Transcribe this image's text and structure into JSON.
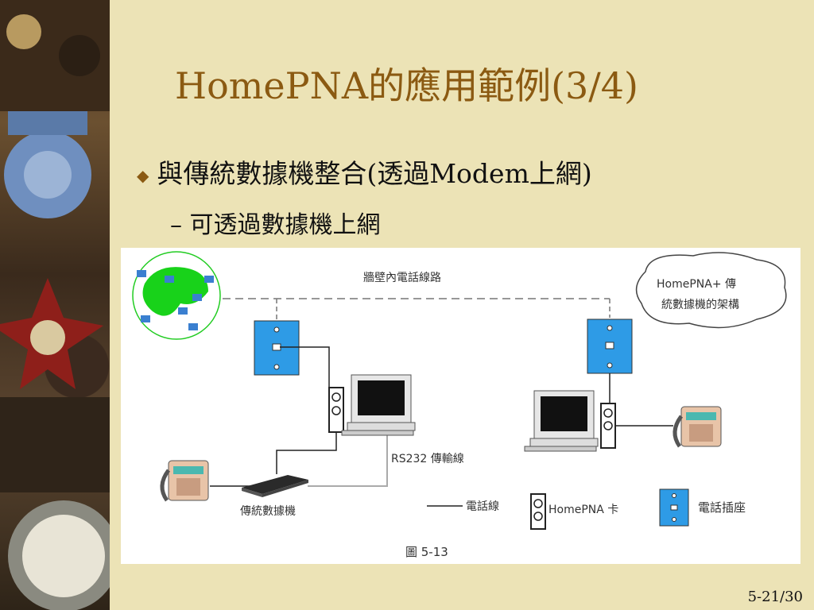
{
  "slide": {
    "title": "HomePNA的應用範例(3/4)",
    "bullet": "與傳統數據機整合(透過Modem上網)",
    "subbullet": "– 可透過數據機上網",
    "page_number": "5-21/30"
  },
  "figure": {
    "wall_line_label": "牆壁內電話線路",
    "cloud_line1": "HomePNA+ 傳",
    "cloud_line2": "統數據機的架構",
    "rs232_label": "RS232 傳輸線",
    "modem_label": "傳統數據機",
    "legend_phone_line": "電話線",
    "legend_homepna": "HomePNA  卡",
    "legend_jack": "電話插座",
    "caption": "圖 5-13"
  },
  "colors": {
    "title": "#8b5a12",
    "background": "#ece3b6",
    "jack": "#2e9be6",
    "globe": "#18d21a"
  }
}
